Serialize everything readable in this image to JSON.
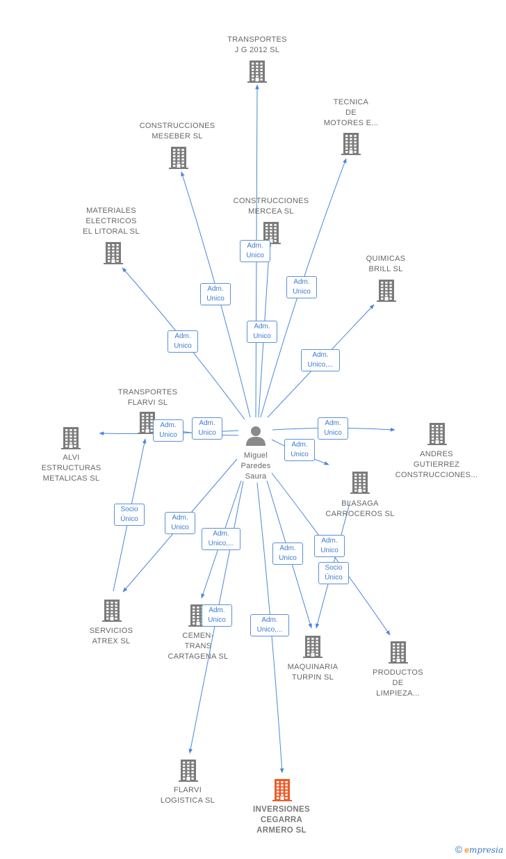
{
  "center": {
    "label": "Miguel\nParedes\nSaura"
  },
  "companies": [
    {
      "id": "transportes_jg",
      "label": "TRANSPORTES\nJ G 2012 SL"
    },
    {
      "id": "tecnica_motores",
      "label": "TECNICA\nDE\nMOTORES E..."
    },
    {
      "id": "meseber",
      "label": "CONSTRUCCIONES\nMESEBER SL"
    },
    {
      "id": "mercea",
      "label": "CONSTRUCCIONES\nMERCEA SL"
    },
    {
      "id": "materiales",
      "label": "MATERIALES\nELECTRICOS\nEL LITORAL SL"
    },
    {
      "id": "quimicas",
      "label": "QUIMICAS\nBRILL  SL"
    },
    {
      "id": "flarvi_transp",
      "label": "TRANSPORTES\nFLARVI SL"
    },
    {
      "id": "alvi",
      "label": "ALVI\nESTRUCTURAS\nMETALICAS SL"
    },
    {
      "id": "andres",
      "label": "ANDRES\nGUTIERREZ\nCONSTRUCCIONES..."
    },
    {
      "id": "blasaga",
      "label": "BLASAGA\nCARROCEROS SL"
    },
    {
      "id": "servicios",
      "label": "SERVICIOS\nATREX SL"
    },
    {
      "id": "cemen",
      "label": "CEMEN-\nTRANS\nCARTAGENA SL"
    },
    {
      "id": "maquinaria",
      "label": "MAQUINARIA\nTURPIN  SL"
    },
    {
      "id": "productos",
      "label": "PRODUCTOS\nDE\nLIMPIEZA..."
    },
    {
      "id": "flarvi_log",
      "label": "FLARVI\nLOGISTICA SL"
    },
    {
      "id": "inversiones",
      "label": "INVERSIONES\nCEGARRA\nARMERO  SL",
      "highlight": true
    }
  ],
  "relations": [
    {
      "id": "r_jg",
      "label": "Adm.\nUnico"
    },
    {
      "id": "r_mercea",
      "label": "Adm.\nUnico"
    },
    {
      "id": "r_tecnica",
      "label": "Adm.\nUnico"
    },
    {
      "id": "r_meseber",
      "label": "Adm.\nUnico"
    },
    {
      "id": "r_materiales",
      "label": "Adm.\nUnico"
    },
    {
      "id": "r_quimicas",
      "label": "Adm.\nUnico,..."
    },
    {
      "id": "r_alvi",
      "label": "Adm.\nUnico"
    },
    {
      "id": "r_flarvi",
      "label": "Adm.\nUnico"
    },
    {
      "id": "r_andres",
      "label": "Adm.\nUnico"
    },
    {
      "id": "r_blasaga",
      "label": "Adm.\nUnico"
    },
    {
      "id": "r_socio_flarvi",
      "label": "Socio\nÚnico"
    },
    {
      "id": "r_servicios",
      "label": "Adm.\nUnico"
    },
    {
      "id": "r_cemen",
      "label": "Adm.\nUnico,..."
    },
    {
      "id": "r_maquinaria",
      "label": "Adm.\nUnico"
    },
    {
      "id": "r_productos",
      "label": "Adm.\nUnico"
    },
    {
      "id": "r_socio_maq",
      "label": "Socio\nÚnico"
    },
    {
      "id": "r_flarvilog",
      "label": "Adm.\nUnico"
    },
    {
      "id": "r_inversiones",
      "label": "Adm.\nUnico,..."
    }
  ],
  "watermark": {
    "symbol": "©",
    "brand_initial": "e",
    "brand_rest": "mpresia"
  },
  "colors": {
    "edge": "#4a86d8",
    "building": "#7b7b7b",
    "highlight": "#f05a28",
    "person": "#8a8a8a"
  }
}
